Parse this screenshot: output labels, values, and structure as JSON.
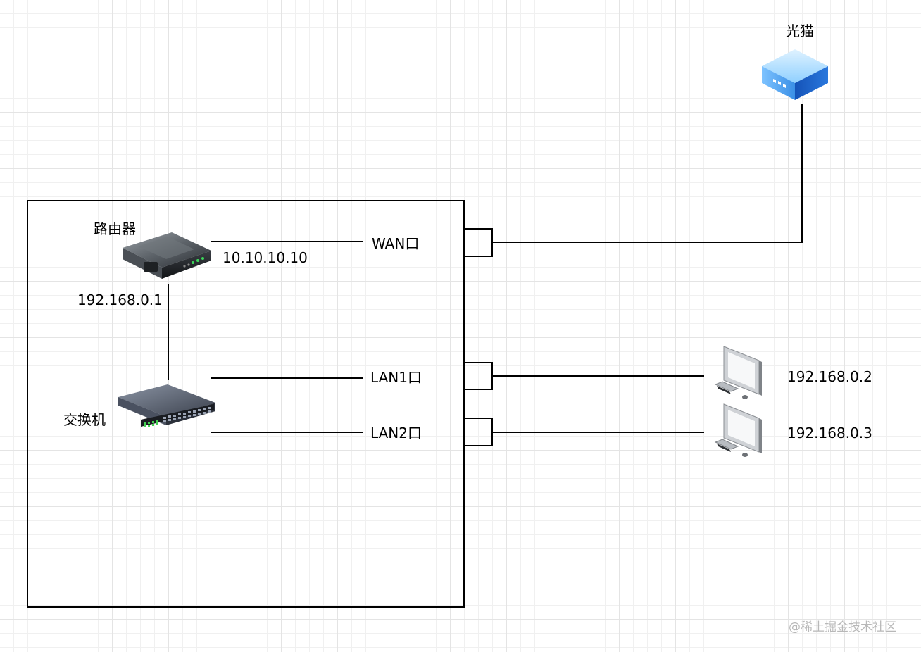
{
  "labels": {
    "modem": "光猫",
    "router": "路由器",
    "switch": "交换机",
    "router_wan_ip": "10.10.10.10",
    "router_lan_ip": "192.168.0.1",
    "wan_port": "WAN口",
    "lan1_port": "LAN1口",
    "lan2_port": "LAN2口",
    "pc1_ip": "192.168.0.2",
    "pc2_ip": "192.168.0.3"
  },
  "watermark": "@稀土掘金技术社区",
  "icons": {
    "modem": "network-modem-icon",
    "router": "router-icon",
    "switch": "network-switch-icon",
    "pc1": "desktop-computer-icon",
    "pc2": "desktop-computer-icon"
  },
  "colors": {
    "line": "#000000",
    "grid": "#e4e4e4",
    "modem_top": "#8fd0ff",
    "modem_side": "#1e6fd9"
  }
}
